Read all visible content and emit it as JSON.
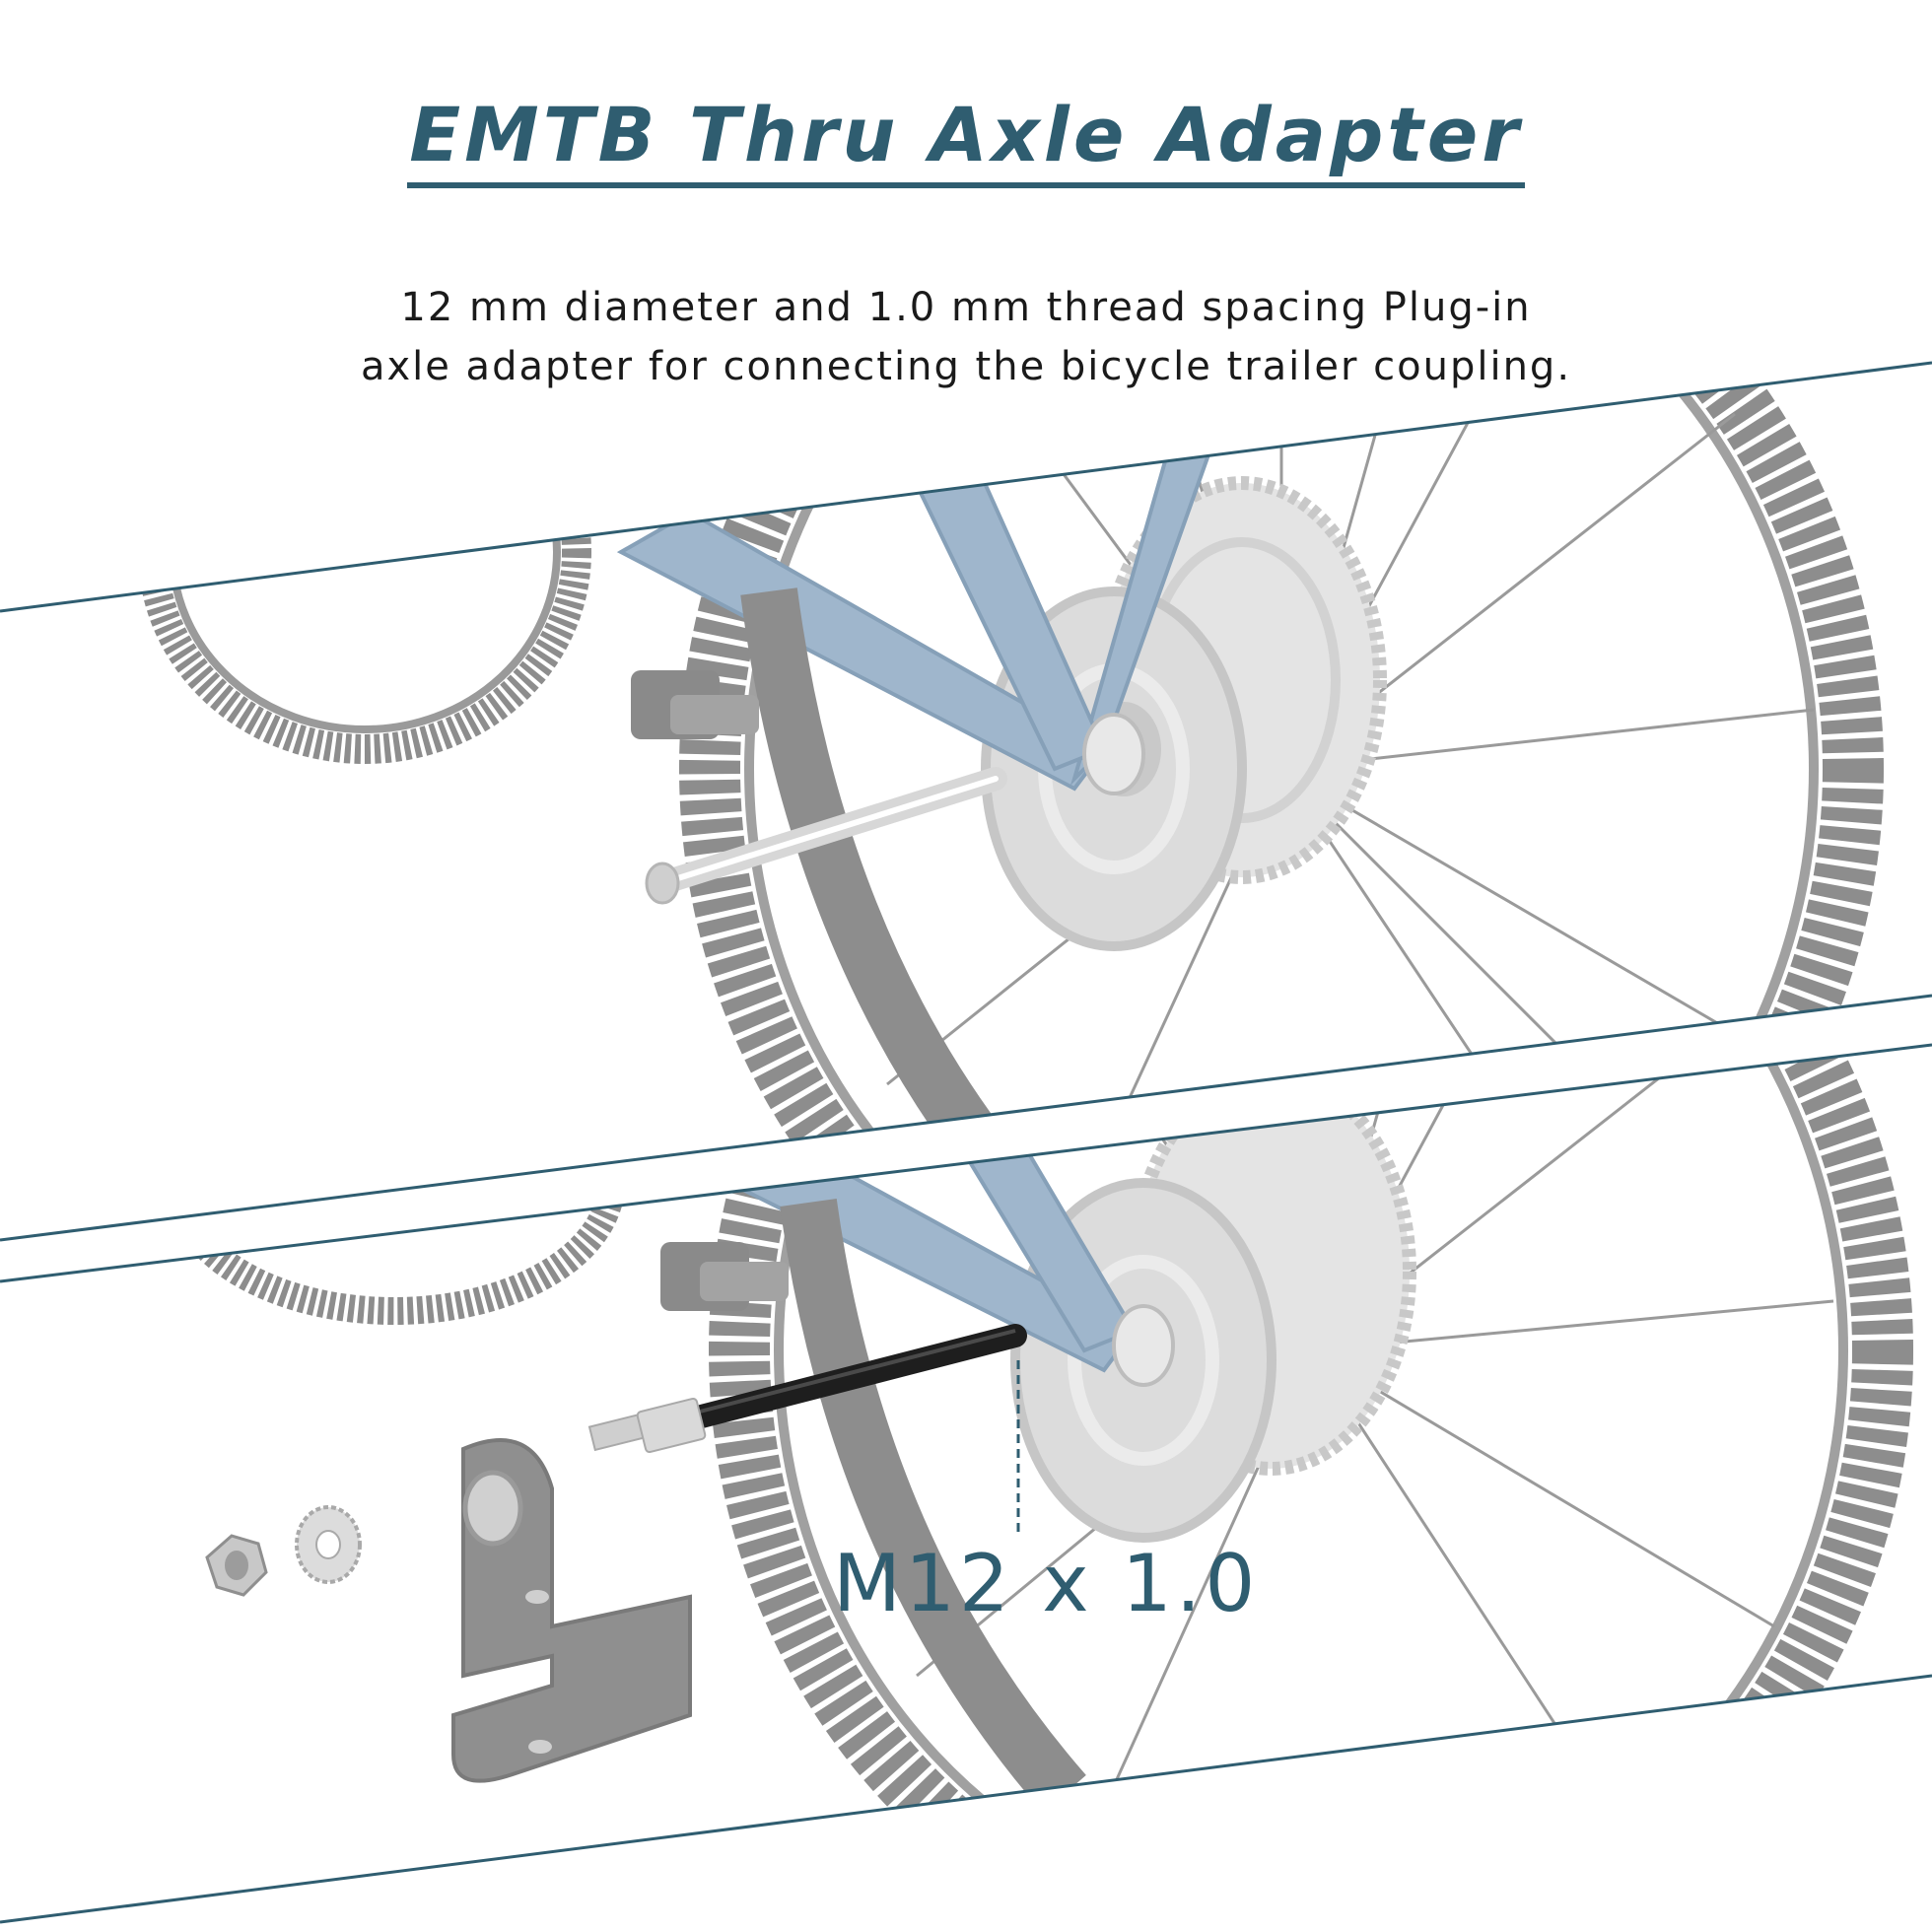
{
  "title": "EMTB Thru Axle Adapter",
  "description": {
    "line1": "12 mm diameter and 1.0 mm thread spacing Plug-in",
    "line2": "axle adapter for connecting the bicycle trailer coupling."
  },
  "spec_label": "M12 x 1.0",
  "colors": {
    "accent": "#2f5d70",
    "frame": "#9fb6cc",
    "tire": "#8d8d8d",
    "metal": "#cfcfcf",
    "axle": "#1e1e1e"
  },
  "icons": [
    "bicycle-wheel",
    "disc-rotor",
    "cassette",
    "thru-axle",
    "trailer-coupling",
    "hex-nut",
    "lock-washer"
  ]
}
